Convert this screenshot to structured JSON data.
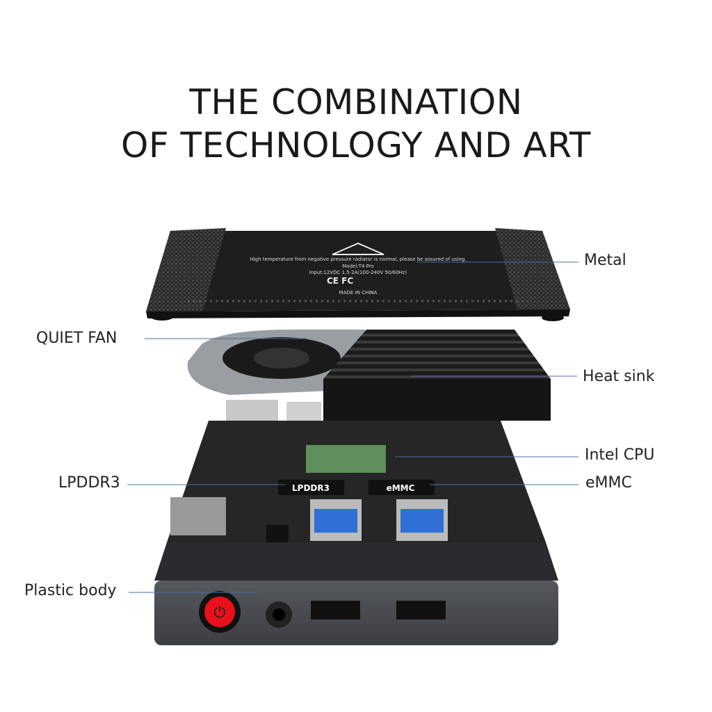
{
  "headline": {
    "line1": "THE COMBINATION",
    "line2": "OF TECHNOLOGY AND ART"
  },
  "labels": {
    "metal": "Metal",
    "quiet_fan": "QUIET FAN",
    "heat_sink": "Heat sink",
    "intel_cpu": "Intel CPU",
    "lpddr3": "LPDDR3",
    "emmc": "eMMC",
    "plastic_body": "Plastic body"
  },
  "board_marks": {
    "lpddr3": "LPDDR3",
    "emmc": "eMMC"
  },
  "lid_print": {
    "warning": "High temperature from negative pressure radiator is normal, please be assured of using.",
    "model": "Model:T4 Pro",
    "input": "Input:12VDC 1.5-2A(100-240V 50/60Hz)",
    "certs": "CE FC",
    "origin": "MADE IN CHINA"
  },
  "colors": {
    "leader_line": "#4a6fa5",
    "power_button": "#e8101a",
    "usb_port": "#2f6fd6",
    "body": "#4a4d52"
  }
}
